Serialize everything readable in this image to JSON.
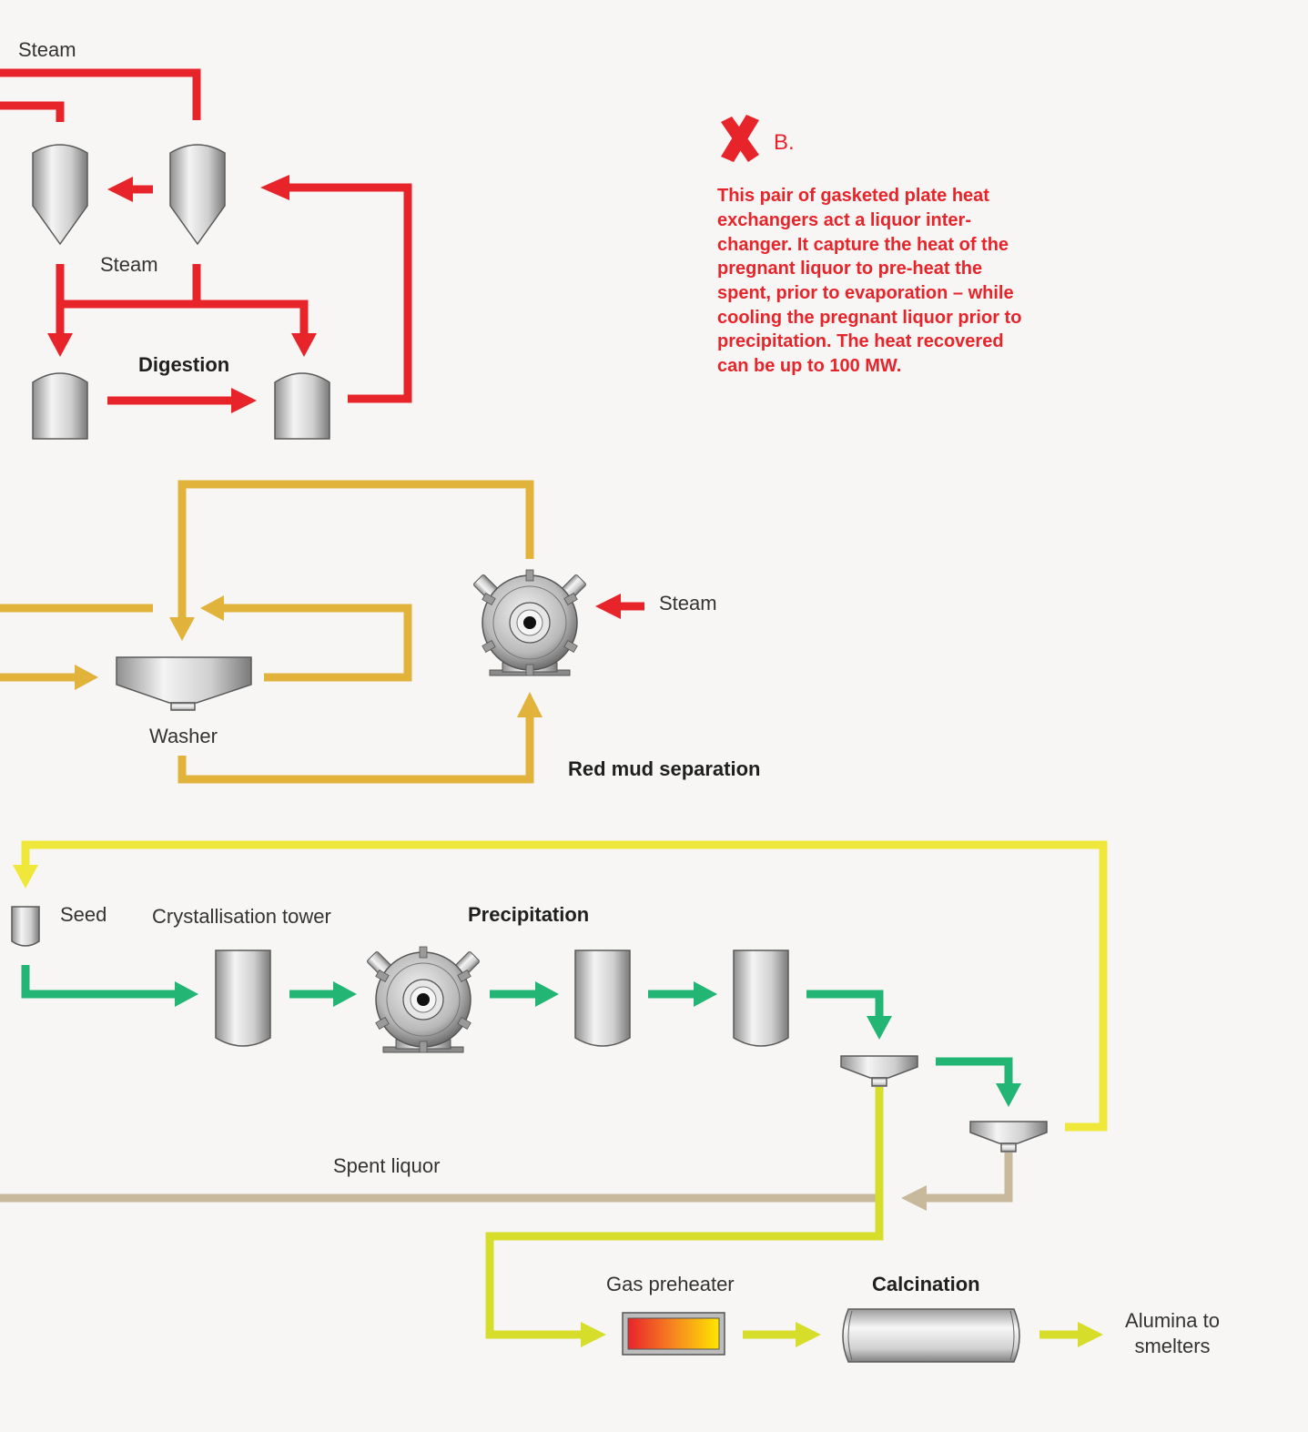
{
  "colors": {
    "background": "#f7f6f4",
    "digestion_flow": "#e8242b",
    "red_mud_flow": "#e2b33a",
    "return_flow": "#efe83a",
    "precipitation_flow": "#22b573",
    "spent_liquor_flow": "#c8b89c",
    "calcination_flow": "#d6dd2a",
    "note_text": "#e8242b"
  },
  "digestion": {
    "steam_top_label": "Steam",
    "steam_mid_label": "Steam",
    "title": "Digestion"
  },
  "red_mud": {
    "washer_label": "Washer",
    "steam_label": "Steam",
    "title": "Red mud separation"
  },
  "precipitation": {
    "seed_label": "Seed",
    "tower_label": "Crystallisation tower",
    "title": "Precipitation"
  },
  "spent_liquor": {
    "label": "Spent liquor"
  },
  "calcination": {
    "preheater_label": "Gas preheater",
    "title": "Calcination",
    "output_line1": "Alumina to",
    "output_line2": "smelters"
  },
  "note": {
    "marker_icon": "cross-mark-icon",
    "title": "B.",
    "lines": [
      "This pair of gasketed plate heat",
      "exchangers act a liquor inter-",
      "changer. It capture the heat of the",
      "pregnant liquor to pre-heat the",
      "spent, prior to evaporation – while",
      "cooling the pregnant liquor prior to",
      "precipitation. The heat recovered",
      "can be up to 100 MW."
    ]
  }
}
